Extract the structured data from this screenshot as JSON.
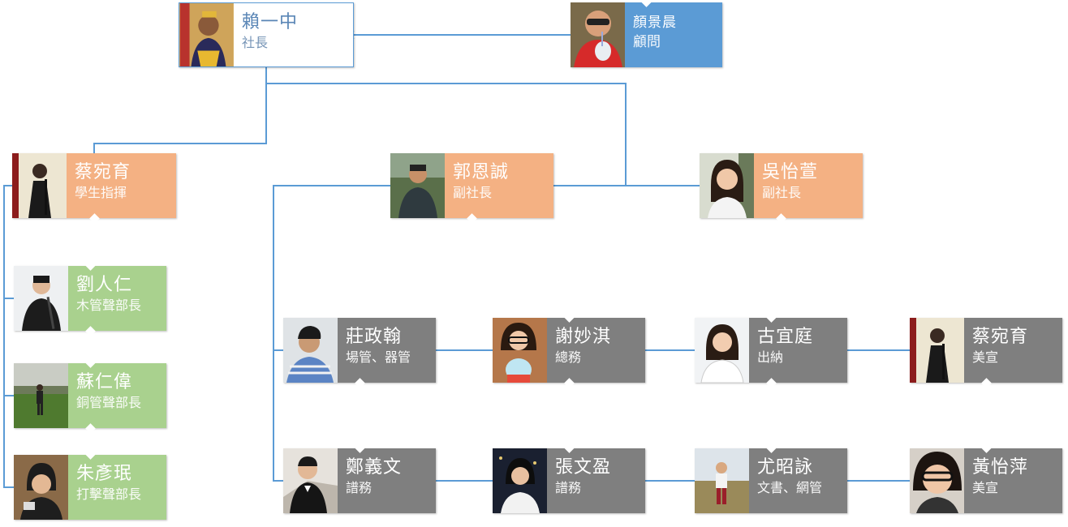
{
  "colors": {
    "line": "#5b9bd5",
    "advisor": "#5b9bd5",
    "officer": "#f4b183",
    "section": "#a9d18e",
    "staff": "#7f7f7f"
  },
  "president": {
    "name": "賴一中",
    "role": "社長"
  },
  "advisor": {
    "name": "顏景晨",
    "role": "顧問"
  },
  "conductor": {
    "name": "蔡宛育",
    "role": "學生指揮"
  },
  "vice1": {
    "name": "郭恩誠",
    "role": "副社長"
  },
  "vice2": {
    "name": "吳怡萱",
    "role": "副社長"
  },
  "sections": [
    {
      "name": "劉人仁",
      "role": "木管聲部長"
    },
    {
      "name": "蘇仁偉",
      "role": "銅管聲部長"
    },
    {
      "name": "朱彥珉",
      "role": "打擊聲部長"
    }
  ],
  "staff_row1": [
    {
      "name": "莊政翰",
      "role": "場管、器管"
    },
    {
      "name": "謝妙淇",
      "role": "總務"
    },
    {
      "name": "古宜庭",
      "role": "出納"
    },
    {
      "name": "蔡宛育",
      "role": "美宣"
    }
  ],
  "staff_row2": [
    {
      "name": "鄭義文",
      "role": "譜務"
    },
    {
      "name": "張文盈",
      "role": "譜務"
    },
    {
      "name": "尤昭詠",
      "role": "文書、網管"
    },
    {
      "name": "黃怡萍",
      "role": "美宣"
    }
  ]
}
